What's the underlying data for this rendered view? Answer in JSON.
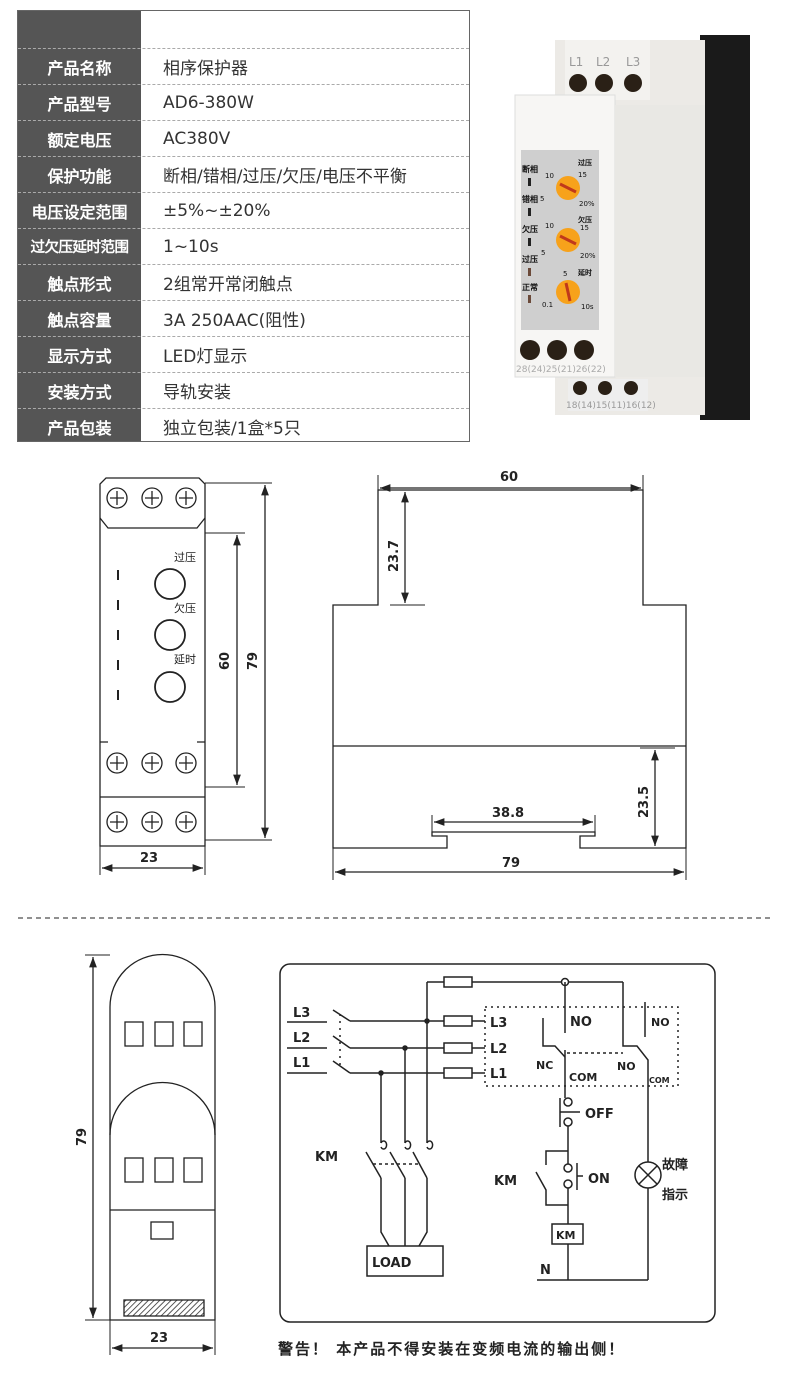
{
  "spec_table": {
    "rows": [
      {
        "key": "产品名称",
        "value": "相序保护器"
      },
      {
        "key": "产品型号",
        "value": "AD6-380W"
      },
      {
        "key": "额定电压",
        "value": "AC380V"
      },
      {
        "key": "保护功能",
        "value": "断相/错相/过压/欠压/电压不平衡"
      },
      {
        "key": "电压设定范围",
        "value": "±5%~±20%"
      },
      {
        "key": "过欠压延时范围",
        "value": "1~10s"
      },
      {
        "key": "触点形式",
        "value": "2组常开常闭触点"
      },
      {
        "key": "触点容量",
        "value": "3A  250AAC(阻性)"
      },
      {
        "key": "显示方式",
        "value": "LED灯显示"
      },
      {
        "key": "安装方式",
        "value": "导轨安装"
      },
      {
        "key": "产品包装",
        "value": "独立包装/1盒*5只"
      }
    ]
  },
  "photo": {
    "top_terminals": [
      "L1",
      "L2",
      "L3"
    ],
    "leds": [
      "断相",
      "错相",
      "欠压",
      "过压",
      "正常"
    ],
    "dial_over": {
      "label": "过压",
      "ticks": [
        "5",
        "10",
        "15",
        "20%"
      ]
    },
    "dial_under": {
      "label": "欠压",
      "ticks": [
        "5",
        "10",
        "15",
        "20%"
      ]
    },
    "dial_delay": {
      "label": "延时",
      "ticks": [
        "0.1",
        "5",
        "10s"
      ]
    },
    "bottom_terminals_upper": "28(24)25(21)26(22)",
    "bottom_terminals_lower": "18(14)15(11)16(12)"
  },
  "front_view": {
    "labels": [
      "过压",
      "欠压",
      "延时"
    ],
    "dim_height_inner": "60",
    "dim_height": "79",
    "dim_width": "23"
  },
  "side_view": {
    "dim_top_width": "60",
    "dim_top_height": "23.7",
    "dim_bottom_height": "23.5",
    "dim_rail": "38.8",
    "dim_width": "79"
  },
  "end_view": {
    "dim_height": "79",
    "dim_width": "23"
  },
  "wiring": {
    "lines": [
      "L3",
      "L2",
      "L1"
    ],
    "terminals": [
      "L3",
      "L2",
      "L1"
    ],
    "no1": "NO",
    "nc": "NC",
    "com1": "COM",
    "no2": "NO",
    "no3": "NO",
    "com2": "COM",
    "off": "OFF",
    "on": "ON",
    "km_left": "KM",
    "km_mid": "KM",
    "km_coil": "KM",
    "load": "LOAD",
    "neutral": "N",
    "fault_1": "故障",
    "fault_2": "指示"
  },
  "warning": "警告！ 本产品不得安装在变频电流的输出侧！",
  "colors": {
    "table_header": "#555555",
    "dial": "#f7a21b",
    "panel": "#c9c9c9"
  }
}
